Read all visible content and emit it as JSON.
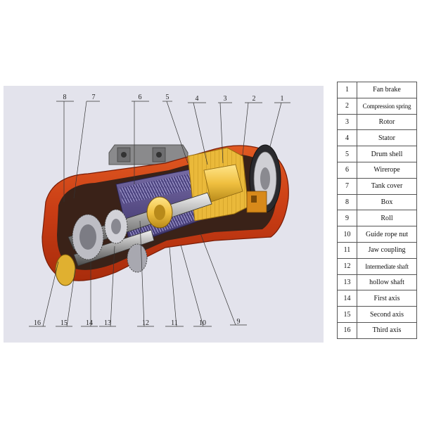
{
  "diagram": {
    "callouts": [
      "1",
      "2",
      "3",
      "4",
      "5",
      "6",
      "7",
      "8",
      "9",
      "10",
      "11",
      "12",
      "13",
      "14",
      "15",
      "16"
    ]
  },
  "legend": [
    {
      "number": "1",
      "name": "Fan brake"
    },
    {
      "number": "2",
      "name": "Compression spring"
    },
    {
      "number": "3",
      "name": "Rotor"
    },
    {
      "number": "4",
      "name": "Stator"
    },
    {
      "number": "5",
      "name": "Drum shell"
    },
    {
      "number": "6",
      "name": "Wirerope"
    },
    {
      "number": "7",
      "name": "Tank cover"
    },
    {
      "number": "8",
      "name": "Box"
    },
    {
      "number": "9",
      "name": "Roll"
    },
    {
      "number": "10",
      "name": "Guide rope nut"
    },
    {
      "number": "11",
      "name": "Jaw coupling"
    },
    {
      "number": "12",
      "name": "Intermediate shaft"
    },
    {
      "number": "13",
      "name": "hollow shaft"
    },
    {
      "number": "14",
      "name": "First axis"
    },
    {
      "number": "15",
      "name": "Second axis"
    },
    {
      "number": "16",
      "name": "Third axis"
    }
  ]
}
